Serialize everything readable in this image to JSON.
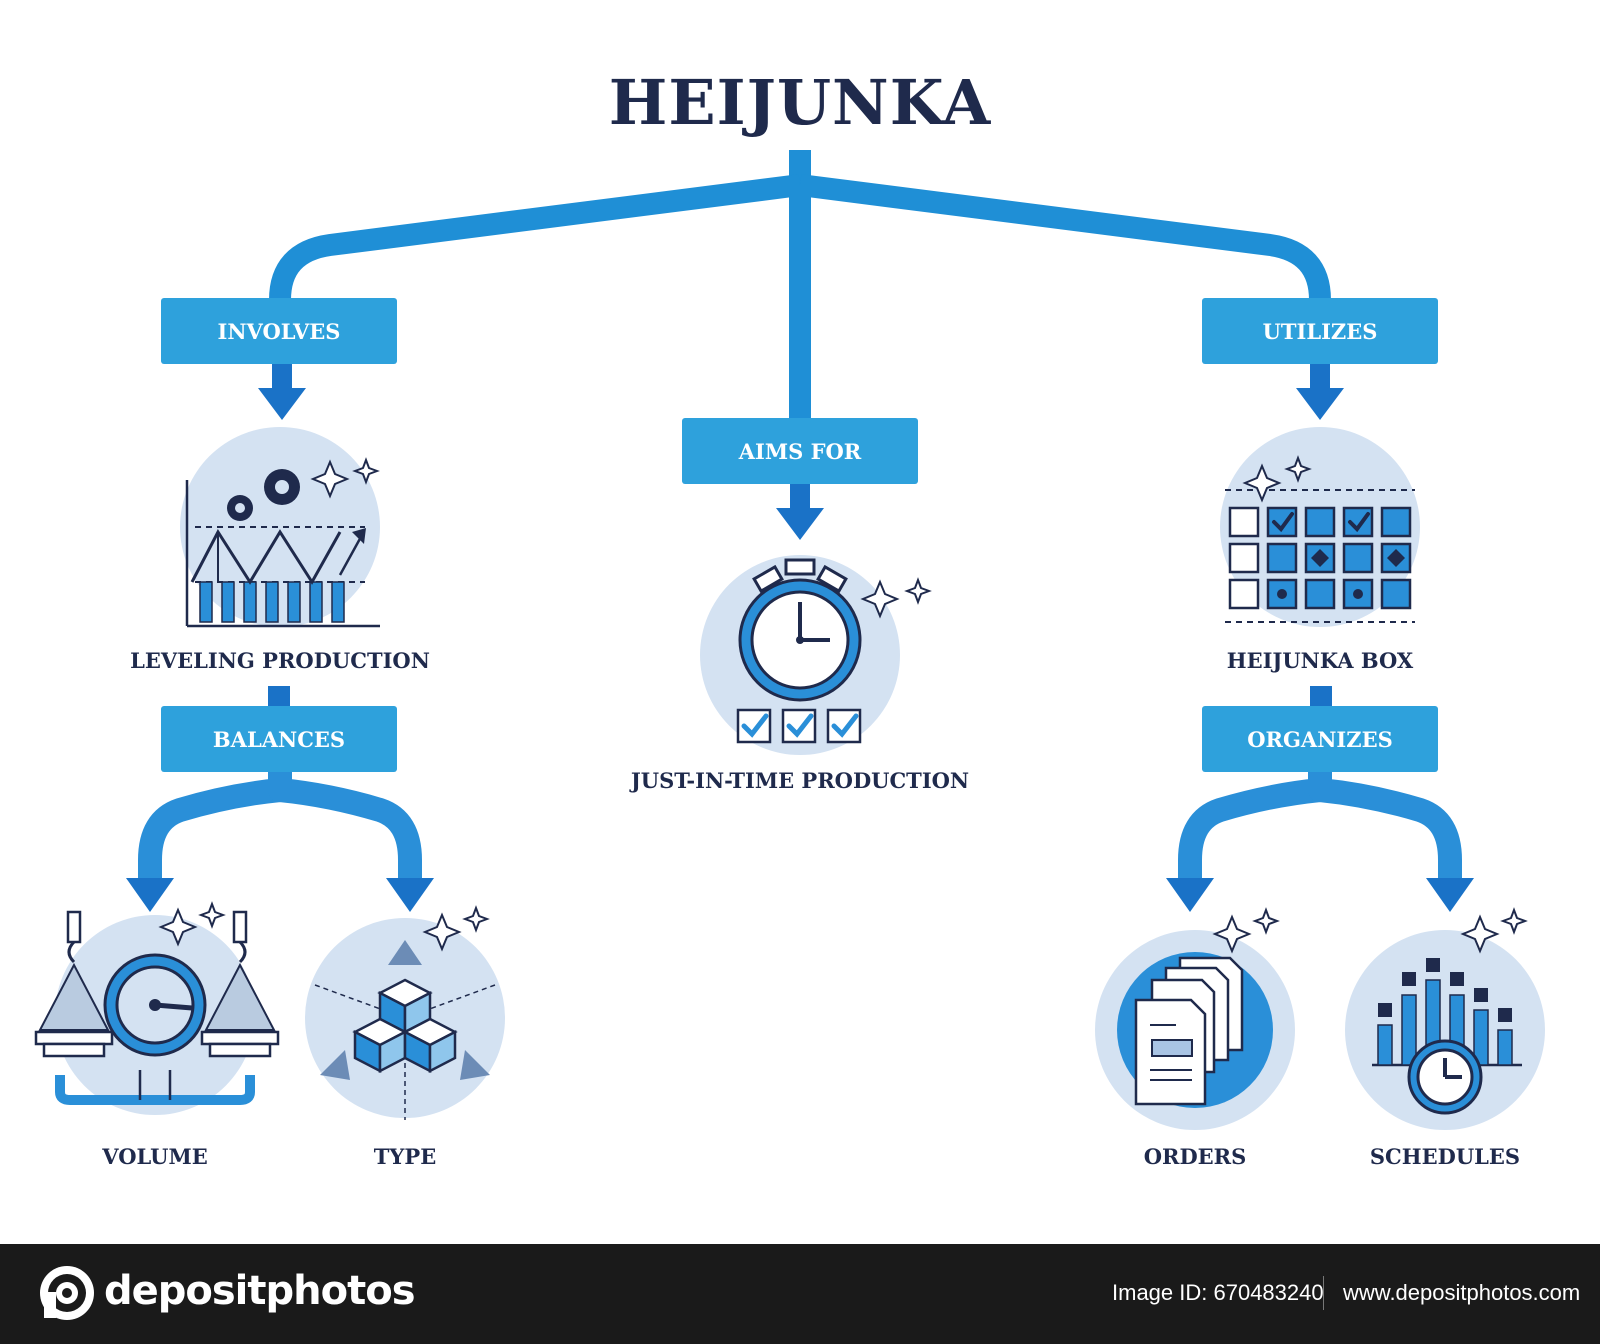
{
  "title": "HEIJUNKA",
  "tags": {
    "involves": "INVOLVES",
    "aims_for": "AIMS FOR",
    "utilizes": "UTILIZES",
    "balances": "BALANCES",
    "organizes": "ORGANIZES"
  },
  "labels": {
    "leveling": "LEVELING PRODUCTION",
    "jit": "JUST-IN-TIME PRODUCTION",
    "box": "HEIJUNKA BOX",
    "volume": "VOLUME",
    "type": "TYPE",
    "orders": "ORDERS",
    "schedules": "SCHEDULES"
  },
  "footer": {
    "brand": "depositphotos",
    "image_id": "Image ID: 670483240",
    "site": "www.depositphotos.com"
  },
  "colors": {
    "accent": "#2ea1dc",
    "arrow_dark": "#1a72c7",
    "circle_bg": "#d4e2f2",
    "ink": "#1f2a4c"
  }
}
